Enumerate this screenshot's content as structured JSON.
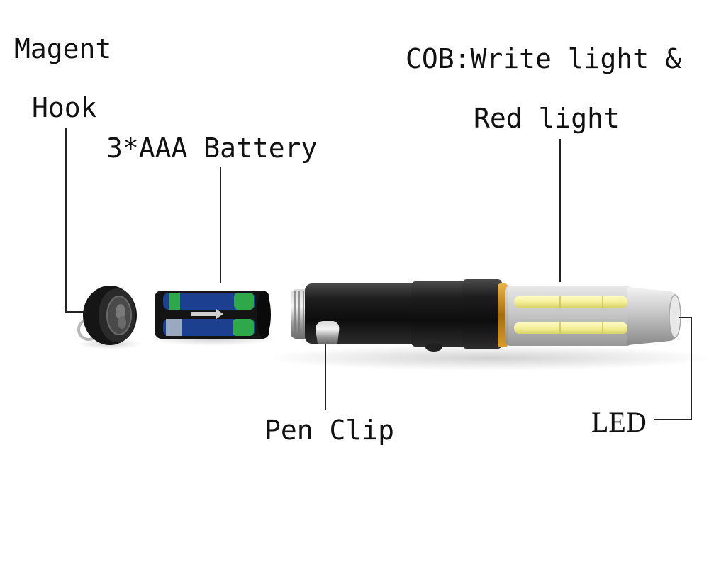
{
  "labels": {
    "magnet": "Magent",
    "hook": "Hook",
    "battery": "3*AAA Battery",
    "cob_line1": "COB:Write light &",
    "cob_line2": "Red light",
    "pen_clip": "Pen Clip",
    "led": "LED"
  },
  "colors": {
    "background": "#ffffff",
    "text": "#111111",
    "body_black": "#1a1a1a",
    "cob_yellow": "#f4f09a",
    "battery_blue": "#1c3f8f",
    "battery_green": "#2ea84a",
    "brass_ring": "#c9952f"
  }
}
